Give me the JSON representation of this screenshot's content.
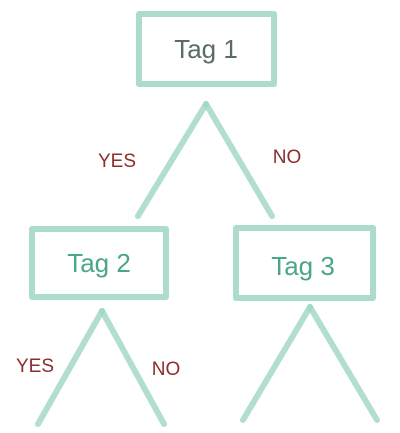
{
  "colors": {
    "line": "#9fd6c4",
    "root_text": "#5b6b66",
    "child_text": "#4aa689",
    "branch_text": "#8a2e2e"
  },
  "nodes": {
    "root": {
      "label": "Tag 1"
    },
    "left": {
      "label": "Tag 2"
    },
    "right": {
      "label": "Tag 3"
    }
  },
  "branches": {
    "root_yes": "YES",
    "root_no": "NO",
    "left_yes": "YES",
    "left_no": "NO"
  }
}
